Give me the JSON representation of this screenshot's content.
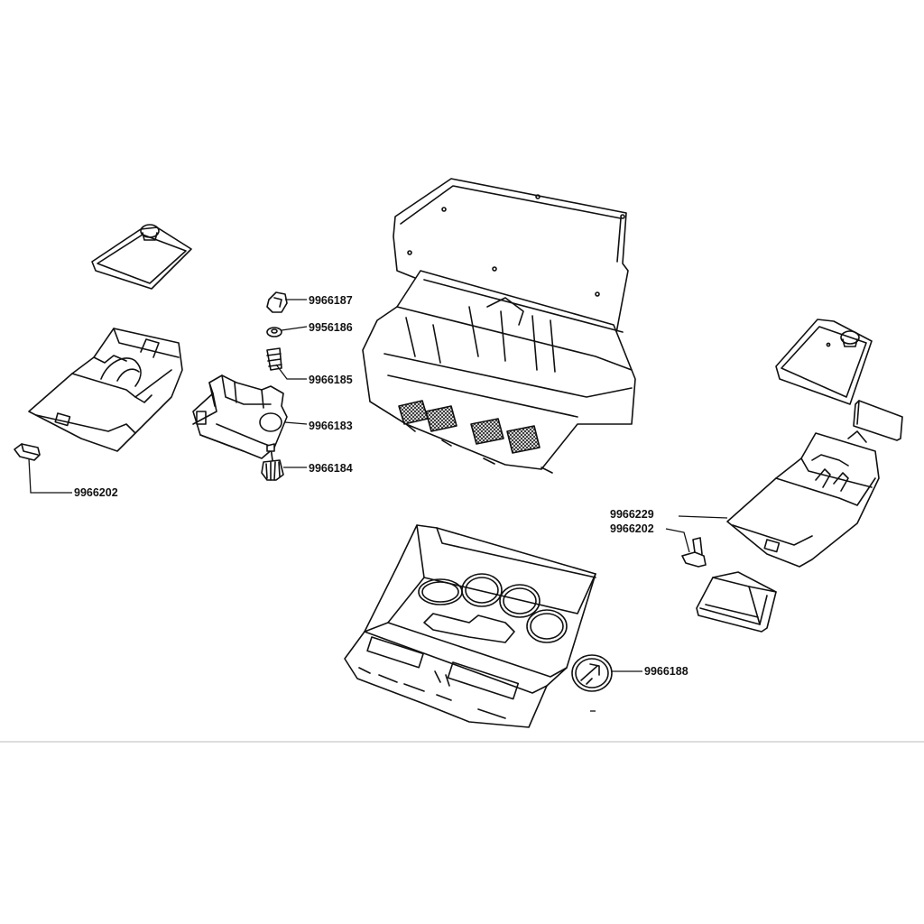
{
  "callouts": {
    "c9966187": "9966187",
    "c9956186": "9956186",
    "c9966185": "9966185",
    "c9966183": "9966183",
    "c9966184": "9966184",
    "c9966202_left": "9966202",
    "c9966229": "9966229",
    "c9966202_right": "9966202",
    "c9966188": "9966188"
  }
}
